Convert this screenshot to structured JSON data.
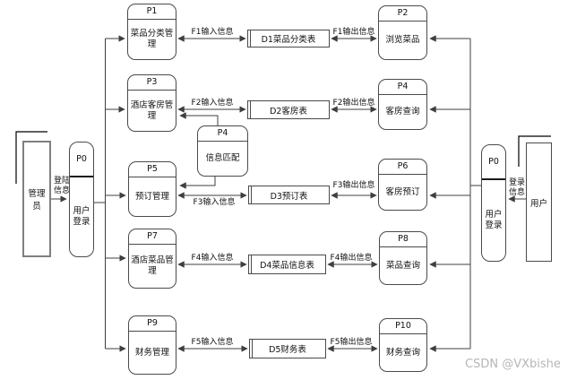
{
  "watermark": "CSDN @VXbishe",
  "entities": {
    "admin": "管理员",
    "user": "用户"
  },
  "login": {
    "left": {
      "id": "P0",
      "name": "用户登录",
      "flow": "登陆信息"
    },
    "right": {
      "id": "P0",
      "name": "用户登录",
      "flow": "登录信息"
    }
  },
  "matcher": {
    "id": "P4",
    "name": "信息匹配"
  },
  "left_processes": [
    {
      "id": "P1",
      "name": "菜品分类管理"
    },
    {
      "id": "P3",
      "name": "酒店客房管理"
    },
    {
      "id": "P5",
      "name": "预订管理"
    },
    {
      "id": "P7",
      "name": "酒店菜品管理"
    },
    {
      "id": "P9",
      "name": "财务管理"
    }
  ],
  "right_processes": [
    {
      "id": "P2",
      "name": "浏览菜品"
    },
    {
      "id": "P4",
      "name": "客房查询"
    },
    {
      "id": "P6",
      "name": "客房预订"
    },
    {
      "id": "P8",
      "name": "菜品查询"
    },
    {
      "id": "P10",
      "name": "财务查询"
    }
  ],
  "data_stores": [
    "D1菜品分类表",
    "D2客房表",
    "D3预订表",
    "D4菜品信息表",
    "D5财务表"
  ],
  "flows": {
    "f1_in": "F1输入信息",
    "f1_out": "F1输出信息",
    "f2_in": "F2输入信息",
    "f2_out": "F2输出信息",
    "f3_in": "F3输入信息",
    "f3_out": "F3输出信息",
    "f4_in": "F4输入信息",
    "f4_out": "F4输出信息",
    "f5_in": "F5输入信息",
    "f5_out": "F5输出信息"
  },
  "colors": {
    "line": "#3f3f3f",
    "bracket": "#000000",
    "watermark": "#b6b6b6"
  }
}
